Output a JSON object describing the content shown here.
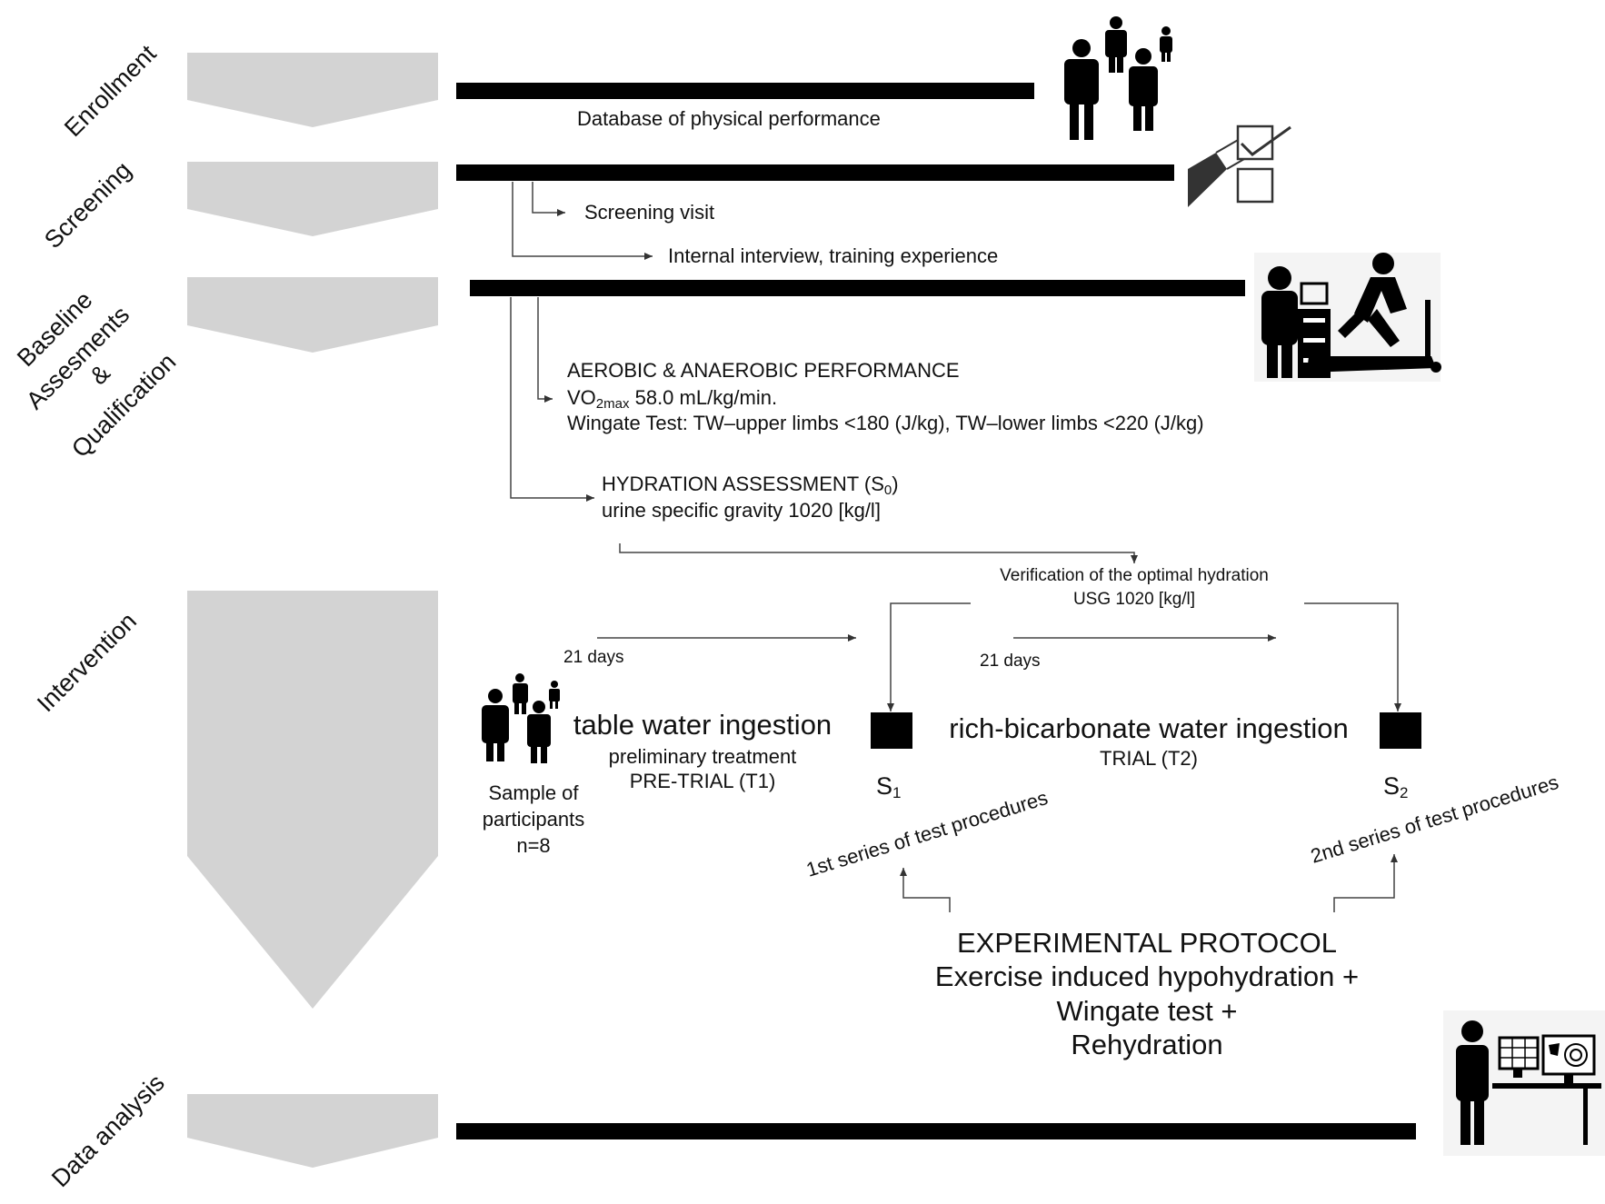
{
  "colors": {
    "arrow_fill": "#d3d3d3",
    "bar": "#000000",
    "line": "#444444",
    "text": "#111111"
  },
  "stages": {
    "enrollment": "Enrollment",
    "screening": "Screening",
    "baseline": [
      "Baseline",
      "Assesments",
      "&",
      "Qualification"
    ],
    "intervention": "Intervention",
    "data_analysis": "Data analysis"
  },
  "enrollment": {
    "label": "Database of physical performance"
  },
  "screening": {
    "visit": "Screening visit",
    "interview": "Internal interview, training experience"
  },
  "baseline": {
    "performance_title": "AEROBIC & ANAEROBIC PERFORMANCE",
    "vo2_prefix": "VO",
    "vo2_sub": "2max",
    "vo2_value": " 58.0 mL/kg/min.",
    "wingate": "Wingate Test: TW–upper limbs <180 (J/kg), TW–lower limbs <220 (J/kg)",
    "hydration_title_prefix": "HYDRATION ASSESSMENT (S",
    "hydration_title_sub": "0",
    "hydration_title_suffix": ")",
    "hydration_value": "urine specific gravity 1020 [kg/l]"
  },
  "intervention": {
    "verification_line1": "Verification of the optimal hydration",
    "verification_line2": "USG 1020 [kg/l]",
    "days1": "21 days",
    "days2": "21 days",
    "pretrial_title": "table water ingestion",
    "pretrial_sub1": "preliminary treatment",
    "pretrial_sub2": "PRE-TRIAL (T1)",
    "trial_title": "rich-bicarbonate water ingestion",
    "trial_sub": "TRIAL (T2)",
    "sample": [
      "Sample of",
      "participants",
      "n=8"
    ],
    "s1_main": "S",
    "s1_sub": "1",
    "s2_main": "S",
    "s2_sub": "2",
    "series1": "1st series of test procedures",
    "series2": "2nd series of test procedures",
    "protocol": [
      "EXPERIMENTAL PROTOCOL",
      "Exercise induced hypohydration +",
      "Wingate test +",
      "Rehydration"
    ]
  },
  "icons": [
    "people-group-icon",
    "checklist-pencil-icon",
    "treadmill-test-icon",
    "analyst-computer-icon"
  ]
}
